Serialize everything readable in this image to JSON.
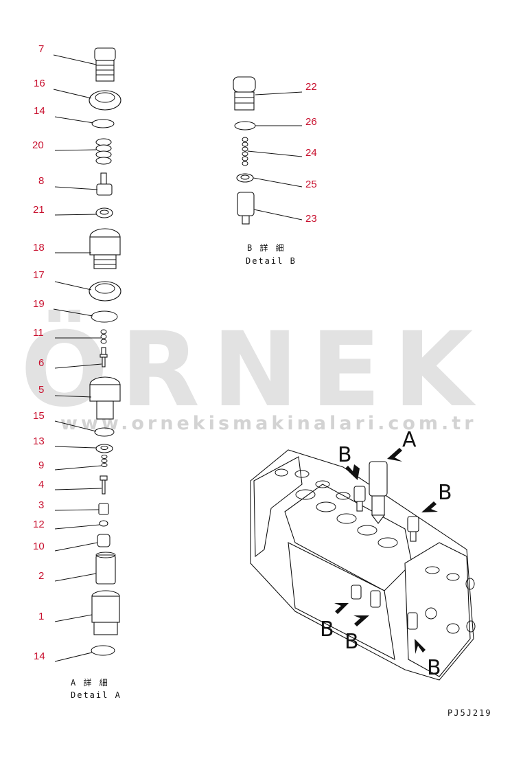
{
  "watermark": {
    "brand": "ÖRNEK",
    "url": "www.ornekismakinalari.com.tr"
  },
  "detail_a": {
    "caption_jp": "A 詳 細",
    "caption_en": "Detail A",
    "labels": [
      "7",
      "16",
      "14",
      "20",
      "8",
      "21",
      "18",
      "17",
      "19",
      "11",
      "6",
      "5",
      "15",
      "13",
      "9",
      "4",
      "3",
      "12",
      "10",
      "2",
      "1",
      "14"
    ]
  },
  "detail_b": {
    "caption_jp": "B 詳 細",
    "caption_en": "Detail B",
    "labels": [
      "22",
      "26",
      "24",
      "25",
      "23"
    ]
  },
  "assembly": {
    "callouts": [
      "A",
      "B",
      "B",
      "B",
      "B",
      "B"
    ]
  },
  "drawing_code": "PJ5J219"
}
